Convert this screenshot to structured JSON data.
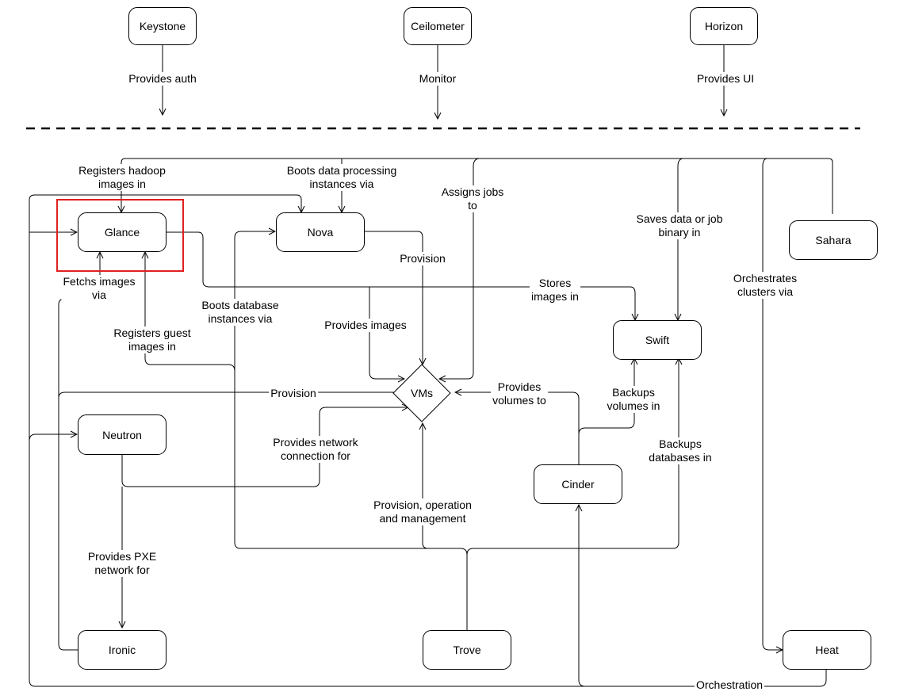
{
  "nodes": {
    "keystone": "Keystone",
    "ceilometer": "Ceilometer",
    "horizon": "Horizon",
    "glance": "Glance",
    "nova": "Nova",
    "sahara": "Sahara",
    "swift": "Swift",
    "vms": "VMs",
    "neutron": "Neutron",
    "cinder": "Cinder",
    "ironic": "Ironic",
    "trove": "Trove",
    "heat": "Heat"
  },
  "edges": {
    "provides_auth": "Provides auth",
    "monitor": "Monitor",
    "provides_ui": "Provides UI",
    "registers_hadoop": [
      "Registers hadoop",
      "images in"
    ],
    "boots_data": [
      "Boots data processing",
      "instances via"
    ],
    "assigns_jobs": [
      "Assigns jobs",
      "to"
    ],
    "saves_data": [
      "Saves data or job",
      "binary in"
    ],
    "orchestrates_clusters": [
      "Orchestrates",
      "clusters via"
    ],
    "provision_nova": "Provision",
    "fetchs_images": [
      "Fetchs images",
      "via"
    ],
    "stores_images": [
      "Stores",
      "images in"
    ],
    "boots_database": [
      "Boots database",
      "instances via"
    ],
    "provides_images": "Provides images",
    "registers_guest": [
      "Registers guest",
      "images in"
    ],
    "provision_ironic": "Provision",
    "provides_volumes": [
      "Provides",
      "volumes to"
    ],
    "backups_volumes": [
      "Backups",
      "volumes in"
    ],
    "provides_network": [
      "Provides network",
      "connection for"
    ],
    "backups_databases": [
      "Backups",
      "databases in"
    ],
    "provision_operation": [
      "Provision, operation",
      "and management"
    ],
    "provides_pxe": [
      "Provides PXE",
      "network for"
    ],
    "orchestration": "Orchestration"
  },
  "highlight": {
    "target": "Glance",
    "color": "#e02020"
  }
}
